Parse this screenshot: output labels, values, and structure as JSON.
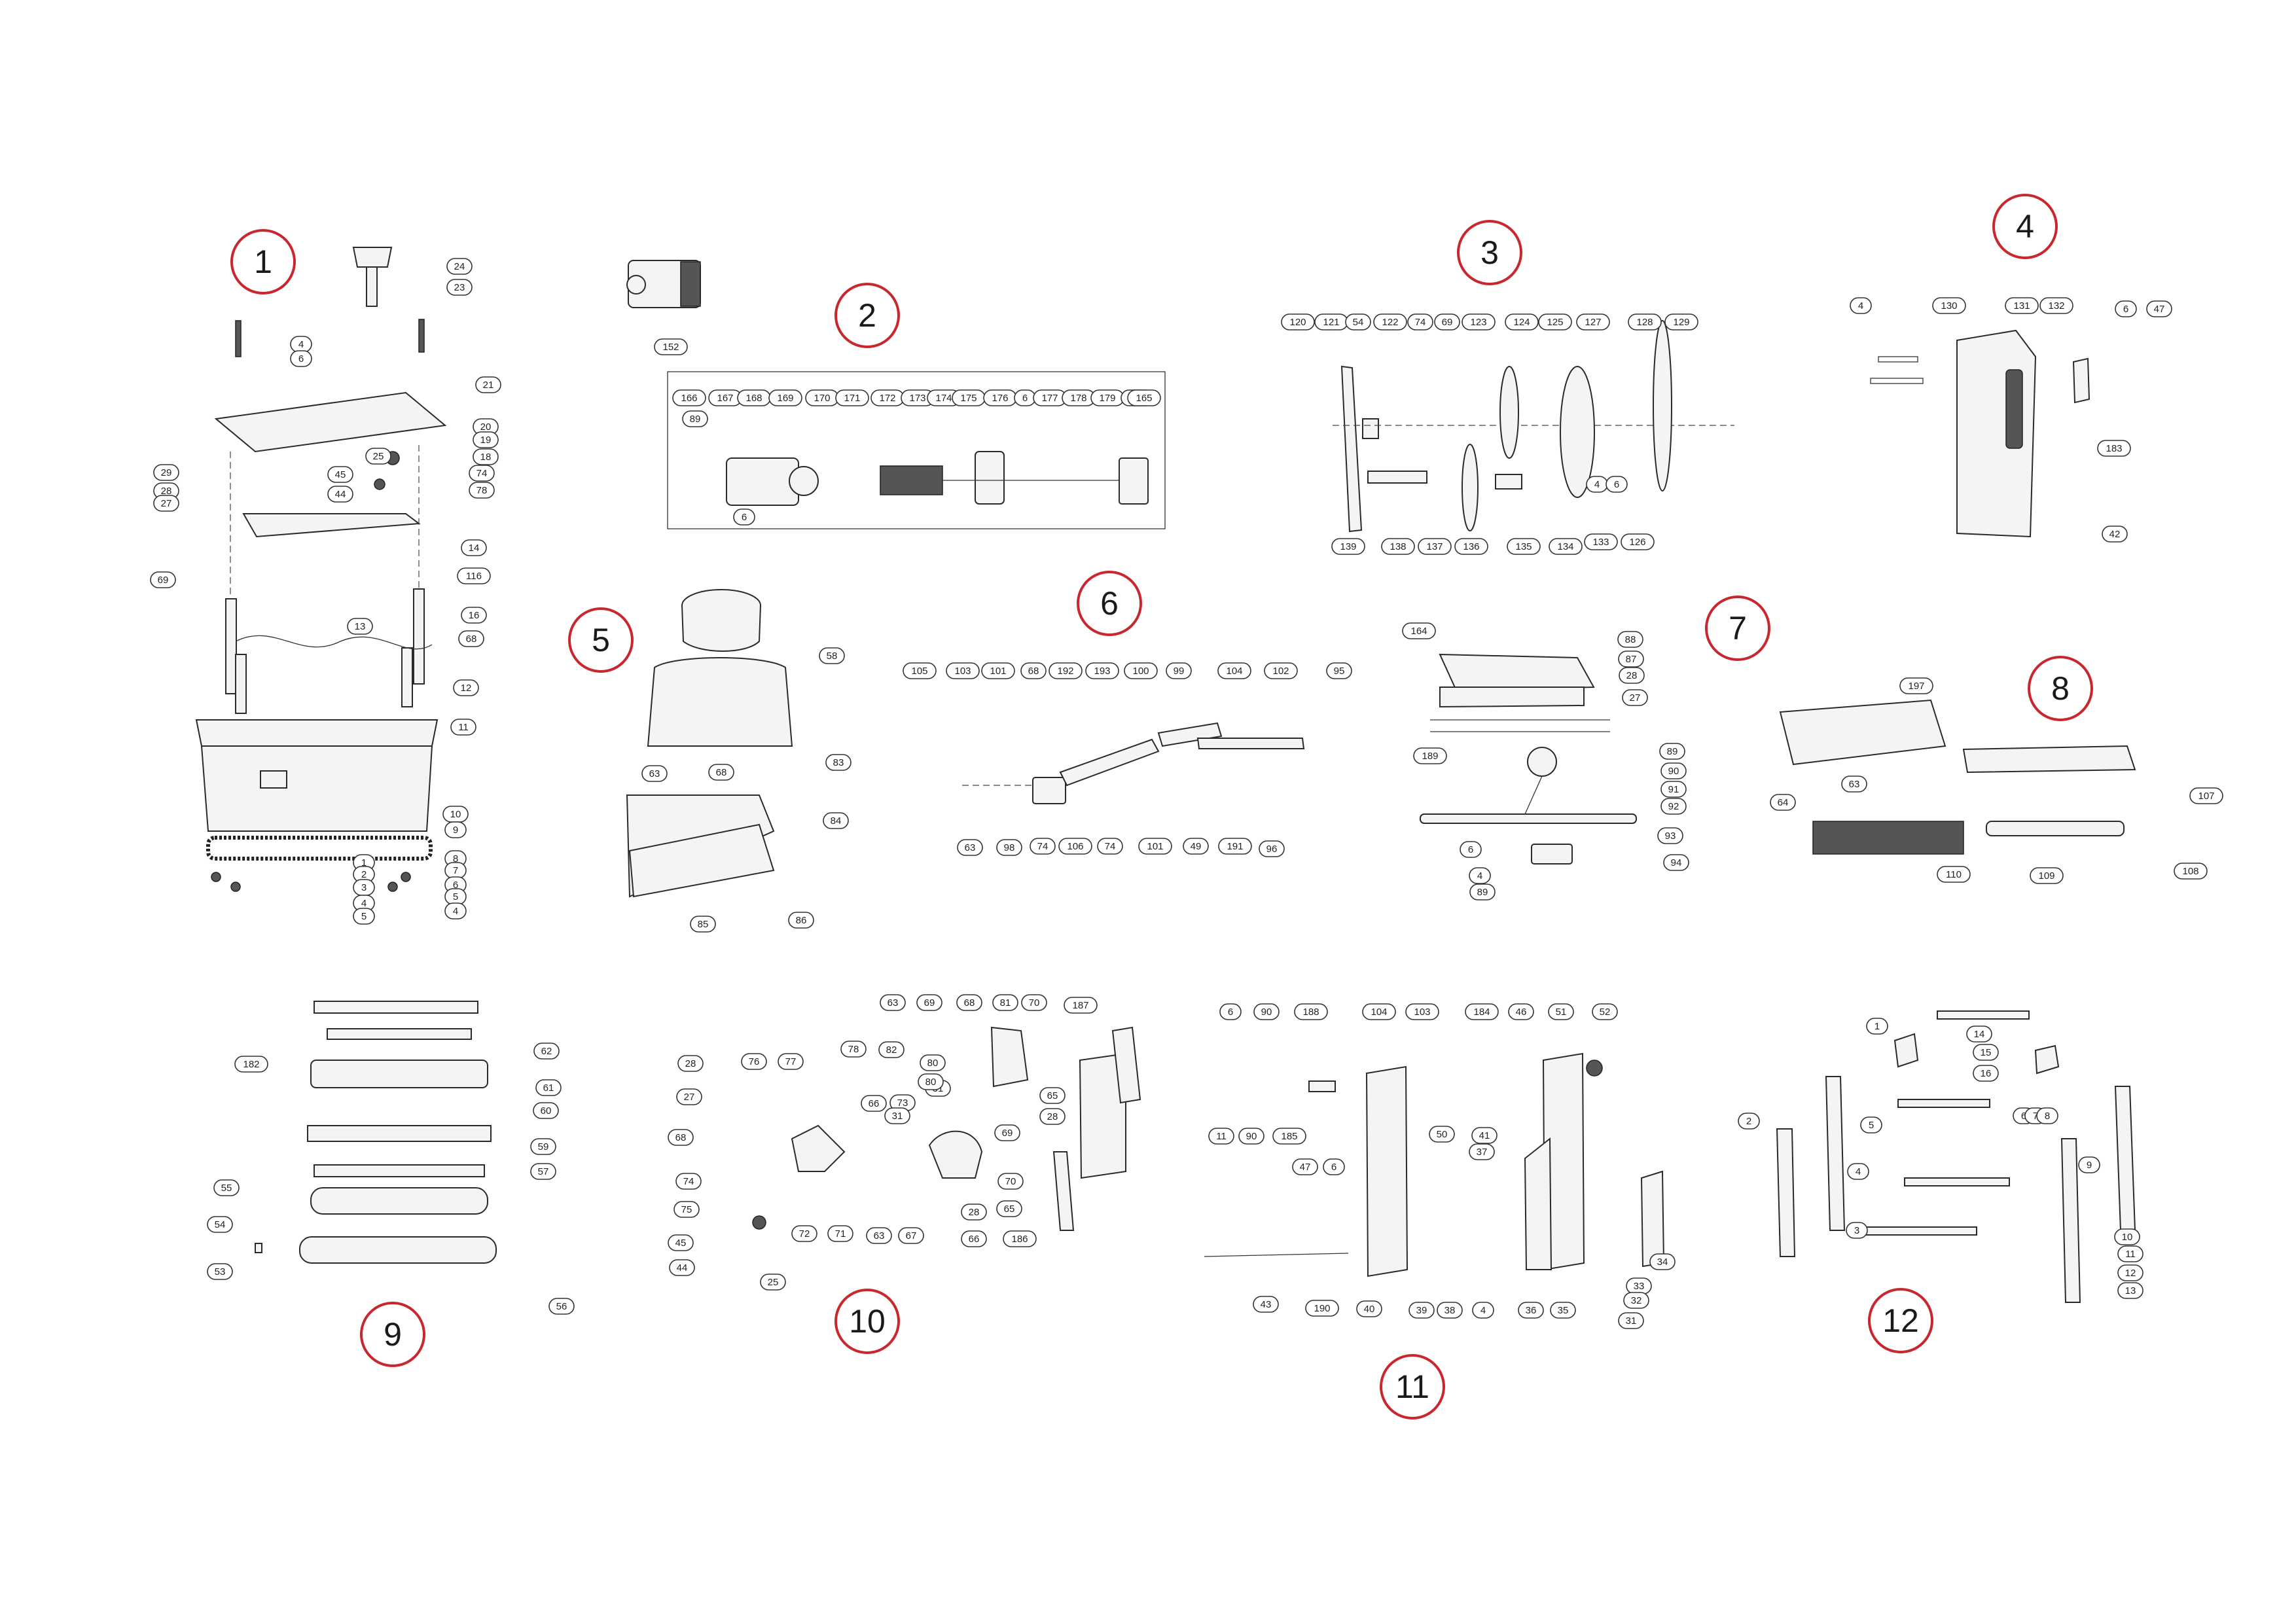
{
  "groups": [
    {
      "number": "1"
    },
    {
      "number": "2"
    },
    {
      "number": "3"
    },
    {
      "number": "4"
    },
    {
      "number": "5"
    },
    {
      "number": "6"
    },
    {
      "number": "7"
    },
    {
      "number": "8"
    },
    {
      "number": "9"
    },
    {
      "number": "10"
    },
    {
      "number": "11"
    },
    {
      "number": "12"
    }
  ],
  "part_labels": {
    "g1": [
      "24",
      "23",
      "4",
      "6",
      "21",
      "20",
      "19",
      "18",
      "74",
      "78",
      "29",
      "28",
      "27",
      "25",
      "45",
      "44",
      "14",
      "116",
      "69",
      "16",
      "68",
      "13",
      "12",
      "11",
      "10",
      "9",
      "8",
      "7",
      "6",
      "5",
      "4",
      "1",
      "2",
      "3",
      "4",
      "5"
    ],
    "g2": [
      "152",
      "166",
      "167",
      "168",
      "169",
      "170",
      "171",
      "172",
      "173",
      "174",
      "175",
      "176",
      "6",
      "177",
      "178",
      "179",
      "180",
      "165",
      "89",
      "6"
    ],
    "g3": [
      "120",
      "121",
      "54",
      "122",
      "74",
      "69",
      "123",
      "124",
      "125",
      "127",
      "128",
      "129",
      "4",
      "6",
      "139",
      "138",
      "137",
      "136",
      "135",
      "134",
      "133",
      "126"
    ],
    "g4": [
      "4",
      "130",
      "131",
      "132",
      "6",
      "47",
      "183",
      "42"
    ],
    "g5": [
      "58",
      "83",
      "63",
      "68",
      "84",
      "85",
      "86"
    ],
    "g6": [
      "105",
      "103",
      "101",
      "68",
      "192",
      "193",
      "100",
      "99",
      "104",
      "102",
      "95",
      "63",
      "98",
      "74",
      "106",
      "74",
      "101",
      "49",
      "191",
      "96"
    ],
    "g7": [
      "164",
      "88",
      "87",
      "28",
      "27",
      "189",
      "89",
      "90",
      "91",
      "92",
      "93",
      "94",
      "6",
      "4",
      "89"
    ],
    "g8": [
      "197",
      "64",
      "63",
      "107",
      "110",
      "109",
      "108"
    ],
    "g9": [
      "182",
      "62",
      "61",
      "60",
      "59",
      "57",
      "55",
      "54",
      "53",
      "56"
    ],
    "g10": [
      "63",
      "69",
      "68",
      "81",
      "70",
      "187",
      "28",
      "76",
      "77",
      "78",
      "82",
      "80",
      "31",
      "80",
      "27",
      "65",
      "28",
      "66",
      "73",
      "69",
      "68",
      "31",
      "74",
      "70",
      "75",
      "72",
      "71",
      "63",
      "67",
      "28",
      "65",
      "66",
      "186",
      "45",
      "44",
      "25"
    ],
    "g11": [
      "6",
      "90",
      "188",
      "104",
      "103",
      "184",
      "46",
      "51",
      "52",
      "11",
      "90",
      "185",
      "50",
      "41",
      "37",
      "47",
      "6",
      "34",
      "33",
      "32",
      "31",
      "43",
      "190",
      "40",
      "39",
      "38",
      "4",
      "36",
      "35"
    ],
    "g12": [
      "1",
      "14",
      "15",
      "16",
      "2",
      "5",
      "6",
      "7",
      "8",
      "9",
      "4",
      "3",
      "10",
      "11",
      "12",
      "13"
    ]
  }
}
